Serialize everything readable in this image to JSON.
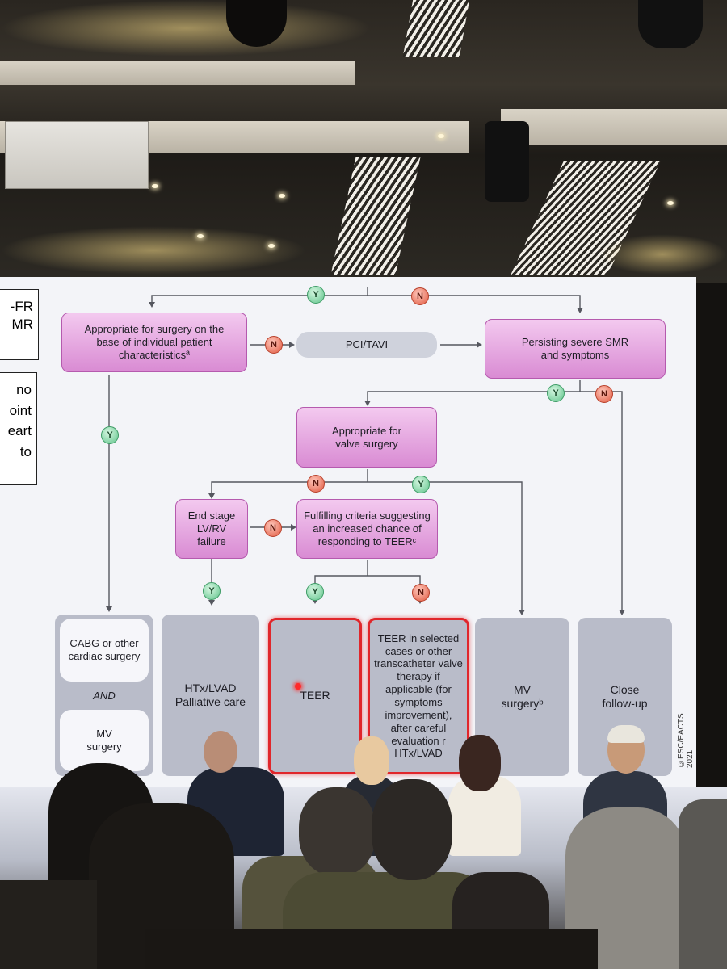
{
  "flowchart": {
    "side_box_top": [
      "-FR",
      "MR"
    ],
    "side_box_bottom": [
      "no",
      "oint",
      "eart",
      "to"
    ],
    "surgery_appropriate": "Appropriate for surgery on the base of individual patient characteristicsª",
    "pci_tavi": "PCI/TAVI",
    "persisting": "Persisting severe SMR and symptoms",
    "valve_surgery": "Appropriate for valve surgery",
    "end_stage": "End stage LV/RV failure",
    "fulfilling": "Fulfilling criteria suggesting an increased chance of responding to TEERᶜ",
    "yes": "Y",
    "no": "N",
    "cabg": "CABG or other cardiac surgery",
    "and": "AND",
    "mv_surgery_left": "MV surgery",
    "htx": "HTx/LVAD Palliative care",
    "teer": "TEER",
    "teer_selected": "TEER in selected cases or other transcatheter valve therapy if applicable (for symptoms improvement), after careful evaluation r HTx/LVAD",
    "mv_surgery_right": "MV surgeryᵇ",
    "close_followup": "Close follow-up",
    "copyright": "©ESC/EACTS 2021"
  },
  "colors": {
    "node_pink": "#e2a3dc",
    "outcome_gray": "#b9bcc9",
    "highlight_red": "#e0262b",
    "yes_green": "#5ec38a",
    "no_red": "#e0573e"
  }
}
